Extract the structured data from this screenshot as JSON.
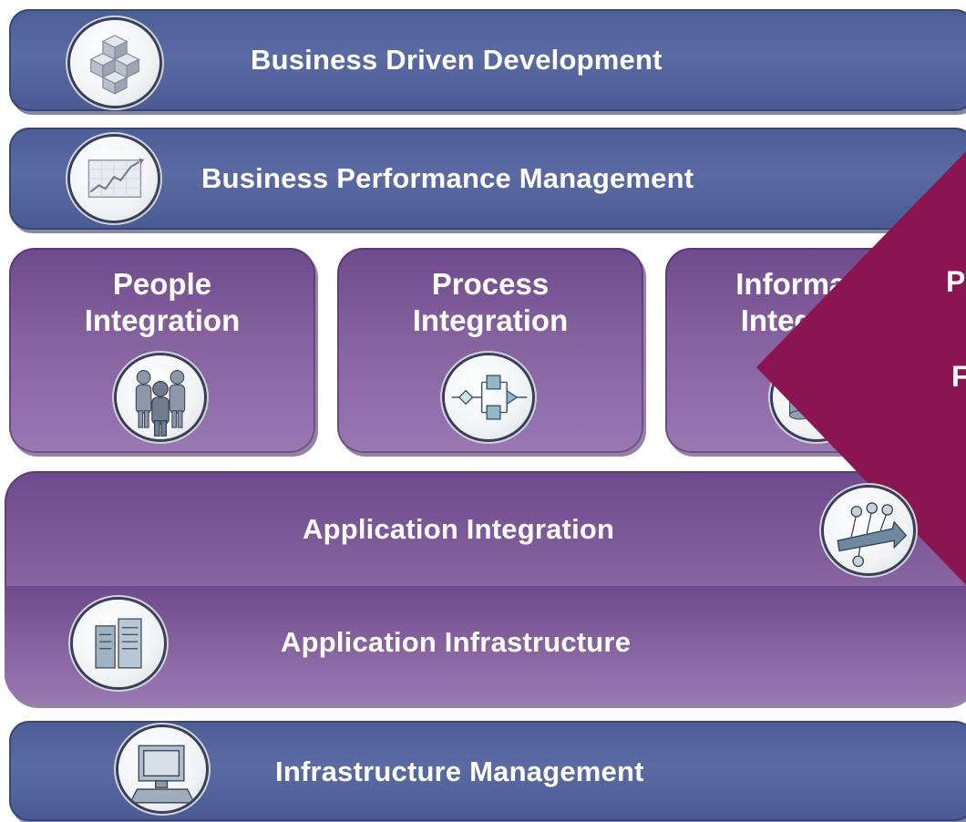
{
  "layers": {
    "business_driven_development": "Business Driven Development",
    "business_performance_management": "Business Performance Management",
    "people_integration_line1": "People",
    "people_integration_line2": "Integration",
    "process_integration_line1": "Process",
    "process_integration_line2": "Integration",
    "information_integration_line1": "Information",
    "information_integration_line2": "Integration",
    "application_integration": "Application Integration",
    "application_infrastructure": "Application Infrastructure",
    "infrastructure_management": "Infrastructure Management"
  },
  "overlay": {
    "fragment_1": "P",
    "fragment_2": "F"
  },
  "icons": [
    "cubes-icon",
    "trend-chart-icon",
    "people-icon",
    "process-flow-icon",
    "information-icon",
    "integration-bus-icon",
    "servers-icon",
    "computer-monitor-icon"
  ],
  "colors": {
    "blue_band": "#5565a0",
    "purple_band": "#8460a0",
    "overlay": "#8a1550"
  }
}
